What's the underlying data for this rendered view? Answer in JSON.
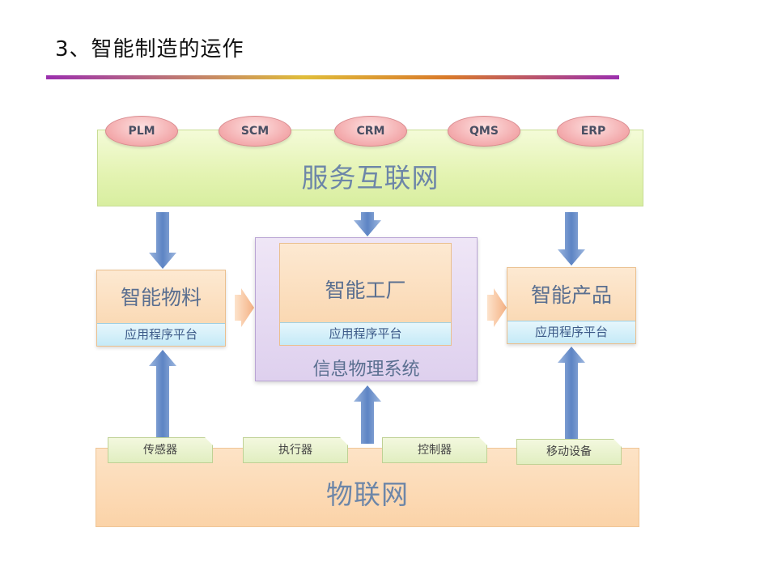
{
  "slide": {
    "title": "3、智能制造的运作"
  },
  "diagram": {
    "service_internet": {
      "label": "服务互联网",
      "systems": [
        "PLM",
        "SCM",
        "CRM",
        "QMS",
        "ERP"
      ]
    },
    "smart_materials": {
      "label": "智能物料",
      "platform": "应用程序平台"
    },
    "smart_factory": {
      "label": "智能工厂",
      "platform": "应用程序平台"
    },
    "cps": {
      "label": "信息物理系统"
    },
    "smart_products": {
      "label": "智能产品",
      "platform": "应用程序平台"
    },
    "internet_of_things": {
      "label": "物联网",
      "devices": [
        "传感器",
        "执行器",
        "控制器",
        "移动设备"
      ]
    },
    "colors": {
      "arrow_blue": "#5d84c4",
      "arrow_orange": "#f4b183",
      "oval_pink": "#f3a9ab",
      "band_green": "#e3f3b1",
      "band_orange": "#fbd3a8",
      "cps_purple": "#ded0ee",
      "strip_blue": "#c5eaf7",
      "label_blue": "#6d86a8"
    }
  }
}
